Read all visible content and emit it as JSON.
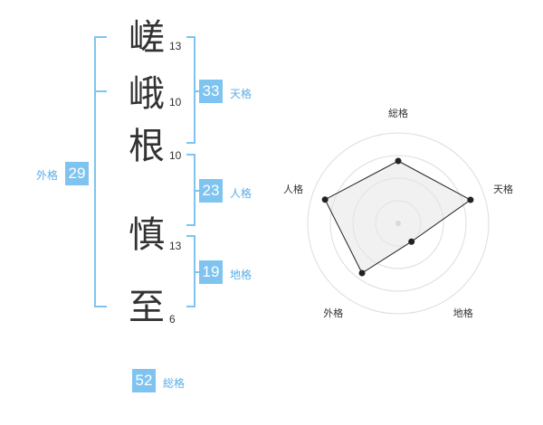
{
  "name": {
    "characters": [
      {
        "char": "嵯",
        "strokes": "13"
      },
      {
        "char": "峨",
        "strokes": "10"
      },
      {
        "char": "根",
        "strokes": "10"
      },
      {
        "char": "慎",
        "strokes": "13"
      },
      {
        "char": "至",
        "strokes": "6"
      }
    ]
  },
  "kaku": {
    "tenkaku": {
      "value": "33",
      "label": "天格"
    },
    "jinkaku": {
      "value": "23",
      "label": "人格"
    },
    "chikaku": {
      "value": "19",
      "label": "地格"
    },
    "gaikaku": {
      "value": "29",
      "label": "外格"
    },
    "soukaku": {
      "value": "52",
      "label": "総格"
    }
  },
  "colors": {
    "accent": "#7fc4f0",
    "label": "#5aaee6",
    "text": "#333333",
    "radar_fill": "#f2f2f2",
    "radar_grid": "#dddddd"
  },
  "chart_data": {
    "type": "radar",
    "axes": [
      "総格",
      "天格",
      "地格",
      "外格",
      "人格"
    ],
    "values": [
      0.69,
      0.84,
      0.25,
      0.68,
      0.85
    ],
    "range": [
      0,
      1
    ],
    "grid_rings": 4,
    "grid": true
  }
}
